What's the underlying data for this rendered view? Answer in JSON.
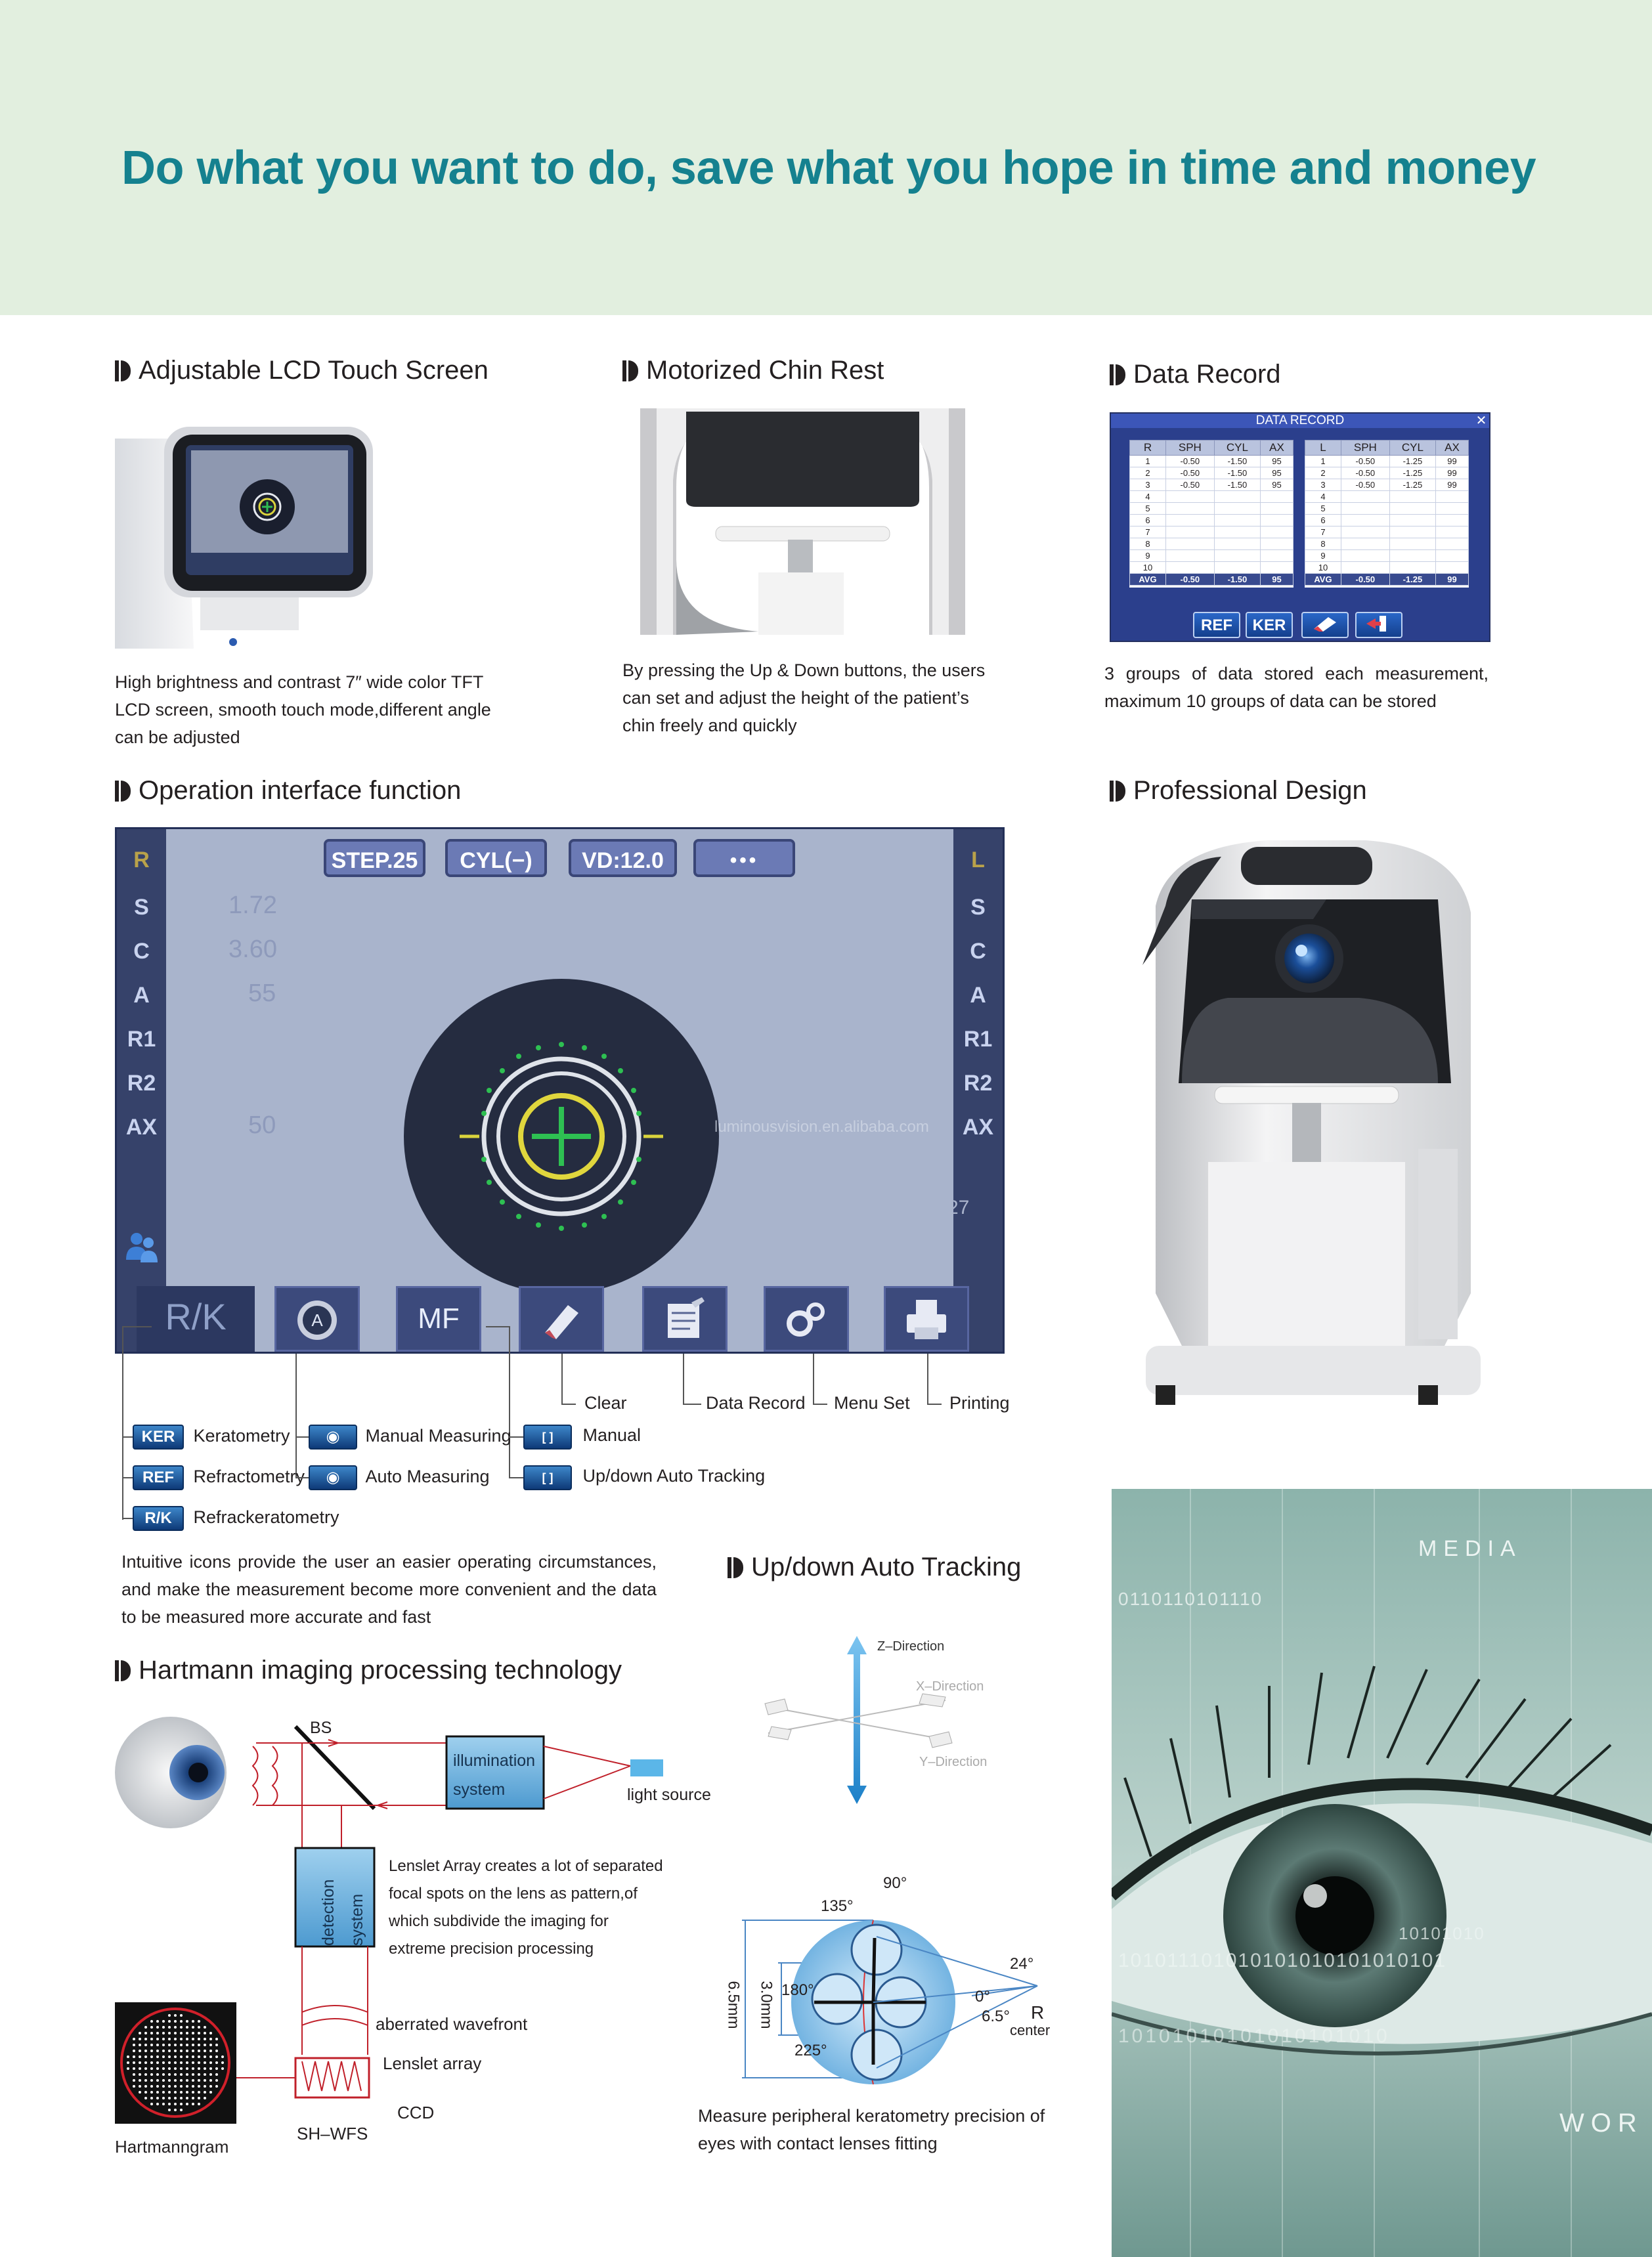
{
  "headline": "Do what you want to do, save what you hope in time and money",
  "sections": {
    "lcd": {
      "title": "Adjustable LCD Touch Screen",
      "text": "High brightness and contrast 7″ wide color TFT LCD screen, smooth touch mode,different angle can be adjusted"
    },
    "chin": {
      "title": "Motorized Chin Rest",
      "text": "By pressing the Up & Down buttons, the users can set and adjust the height of the patient’s chin freely and quickly"
    },
    "record": {
      "title": "Data Record",
      "text": "3 groups of data stored each measurement, maximum 10 groups of data can be stored"
    },
    "operation": {
      "title": "Operation interface function"
    },
    "design": {
      "title": "Professional Design"
    },
    "intuitive": {
      "text": "Intuitive icons provide the user an easier operating circumstances, and make the measurement become more convenient and the data to be measured more accurate and fast"
    },
    "tracking": {
      "title": "Up/down Auto Tracking"
    },
    "hartmann": {
      "title": "Hartmann imaging processing technology"
    },
    "keratometry_caption": "Measure peripheral keratometry precision of eyes with contact lenses fitting"
  },
  "data_record_screen": {
    "title": "DATA RECORD",
    "left_headers": [
      "R",
      "SPH",
      "CYL",
      "AX"
    ],
    "right_headers": [
      "L",
      "SPH",
      "CYL",
      "AX"
    ],
    "left_rows": [
      [
        "1",
        "-0.50",
        "-1.50",
        "95"
      ],
      [
        "2",
        "-0.50",
        "-1.50",
        "95"
      ],
      [
        "3",
        "-0.50",
        "-1.50",
        "95"
      ],
      [
        "4",
        "",
        "",
        ""
      ],
      [
        "5",
        "",
        "",
        ""
      ],
      [
        "6",
        "",
        "",
        ""
      ],
      [
        "7",
        "",
        "",
        ""
      ],
      [
        "8",
        "",
        "",
        ""
      ],
      [
        "9",
        "",
        "",
        ""
      ],
      [
        "10",
        "",
        "",
        ""
      ]
    ],
    "right_rows": [
      [
        "1",
        "-0.50",
        "-1.25",
        "99"
      ],
      [
        "2",
        "-0.50",
        "-1.25",
        "99"
      ],
      [
        "3",
        "-0.50",
        "-1.25",
        "99"
      ],
      [
        "4",
        "",
        "",
        ""
      ],
      [
        "5",
        "",
        "",
        ""
      ],
      [
        "6",
        "",
        "",
        ""
      ],
      [
        "7",
        "",
        "",
        ""
      ],
      [
        "8",
        "",
        "",
        ""
      ],
      [
        "9",
        "",
        "",
        ""
      ],
      [
        "10",
        "",
        "",
        ""
      ]
    ],
    "left_avg": [
      "AVG",
      "-0.50",
      "-1.50",
      "95"
    ],
    "right_avg": [
      "AVG",
      "-0.50",
      "-1.25",
      "99"
    ],
    "buttons": [
      "REF",
      "KER"
    ]
  },
  "op_screen": {
    "top_buttons": [
      "STEP.25",
      "CYL(−)",
      "VD:12.0",
      "•••"
    ],
    "left_letters": [
      "R",
      "S",
      "C",
      "A",
      "R1",
      "R2",
      "AX"
    ],
    "right_letters": [
      "L",
      "S",
      "C",
      "A",
      "R1",
      "R2",
      "AX"
    ],
    "faint_values": [
      "1.72",
      "3.60",
      "55",
      "50"
    ],
    "corner_value": "27",
    "watermark": "luminousvision.en.alibaba.com",
    "bottom_buttons": [
      "R/K",
      "A",
      "MF",
      "",
      "",
      "",
      ""
    ]
  },
  "callouts": {
    "clear": "Clear",
    "data_record": "Data Record",
    "menu_set": "Menu Set",
    "printing": "Printing"
  },
  "legend": {
    "ker_chip": "KER",
    "ker_label": "Keratometry",
    "ref_chip": "REF",
    "ref_label": "Refractometry",
    "rk_chip": "R/K",
    "rk_label": "Refrackeratometry",
    "manual_measuring": "Manual Measuring",
    "auto_measuring": "Auto Measuring",
    "manual": "Manual",
    "updown": "Up/down Auto Tracking"
  },
  "hartmann_diagram": {
    "bs": "BS",
    "illumination": [
      "illumination",
      "system"
    ],
    "light_source": "light source",
    "detection": [
      "detection",
      "system"
    ],
    "lenslet_text": [
      "Lenslet Array creates a lot of separated",
      "focal spots on the lens as pattern,of",
      "which subdivide the imaging for",
      "extreme precision processing"
    ],
    "aberrated": "aberrated wavefront",
    "lenslet_array": "Lenslet array",
    "ccd": "CCD",
    "shwfs": "SH–WFS",
    "hartmanngram": "Hartmanngram"
  },
  "tracking_diagram": {
    "z": "Z–Direction",
    "x": "X–Direction",
    "y": "Y–Direction"
  },
  "kerat_diagram": {
    "a90": "90°",
    "a135": "135°",
    "a180": "180°",
    "a225": "225°",
    "a24": "24°",
    "a0": "0°",
    "a65": "6.5°",
    "r": "R",
    "center": "center",
    "d65": "6.5mm",
    "d30": "3.0mm"
  },
  "eye_image_text": {
    "media": "MEDIA",
    "binary1": "0110110101110",
    "binary2": "10101010",
    "binary3": "101011101010101010101010101",
    "binary4": "10101010101010101010",
    "wor": "WOR"
  },
  "colors": {
    "accent": "#15818f",
    "banner": "#e2efdf"
  }
}
